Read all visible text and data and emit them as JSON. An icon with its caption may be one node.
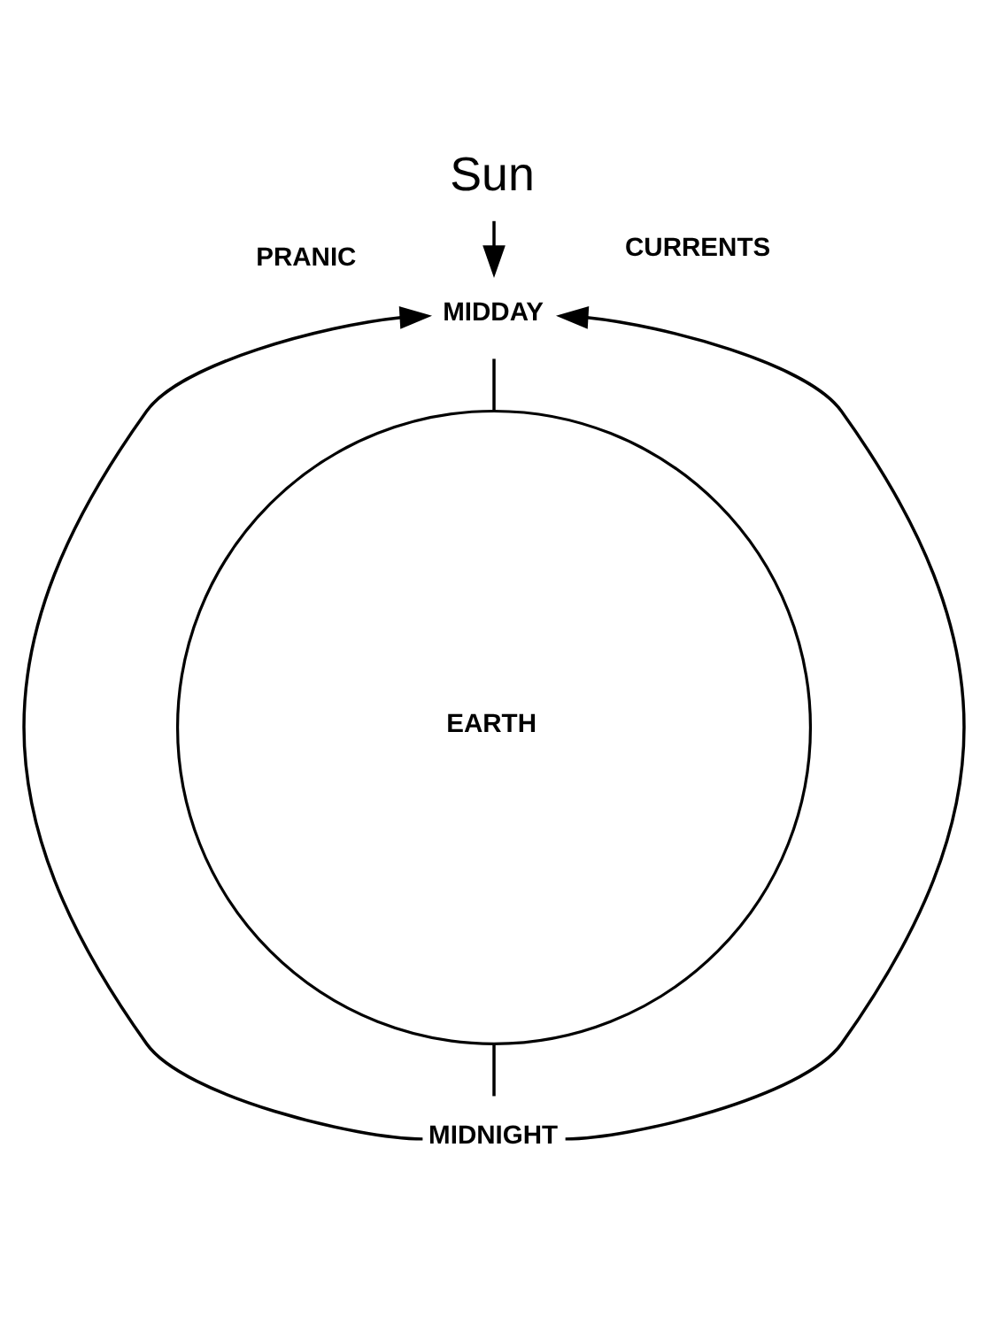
{
  "diagram": {
    "nodes": [
      {
        "text": [
          "Sun"
        ]
      },
      {
        "text": [
          "MIDDAY"
        ]
      },
      {
        "text": [
          "EARTH"
        ]
      },
      {
        "text": [
          "MIDNIGHT"
        ]
      }
    ],
    "edges": [
      {
        "from": 0,
        "to": 1,
        "arrow": "to"
      },
      {
        "from": 1,
        "to": 2,
        "arrow": "none"
      },
      {
        "from": 2,
        "to": 3,
        "arrow": "none"
      },
      {
        "from": 3,
        "to": 1,
        "arrow": "to",
        "label": "PRANIC"
      },
      {
        "from": 3,
        "to": 1,
        "arrow": "to",
        "label": "CURRENTS"
      }
    ]
  }
}
